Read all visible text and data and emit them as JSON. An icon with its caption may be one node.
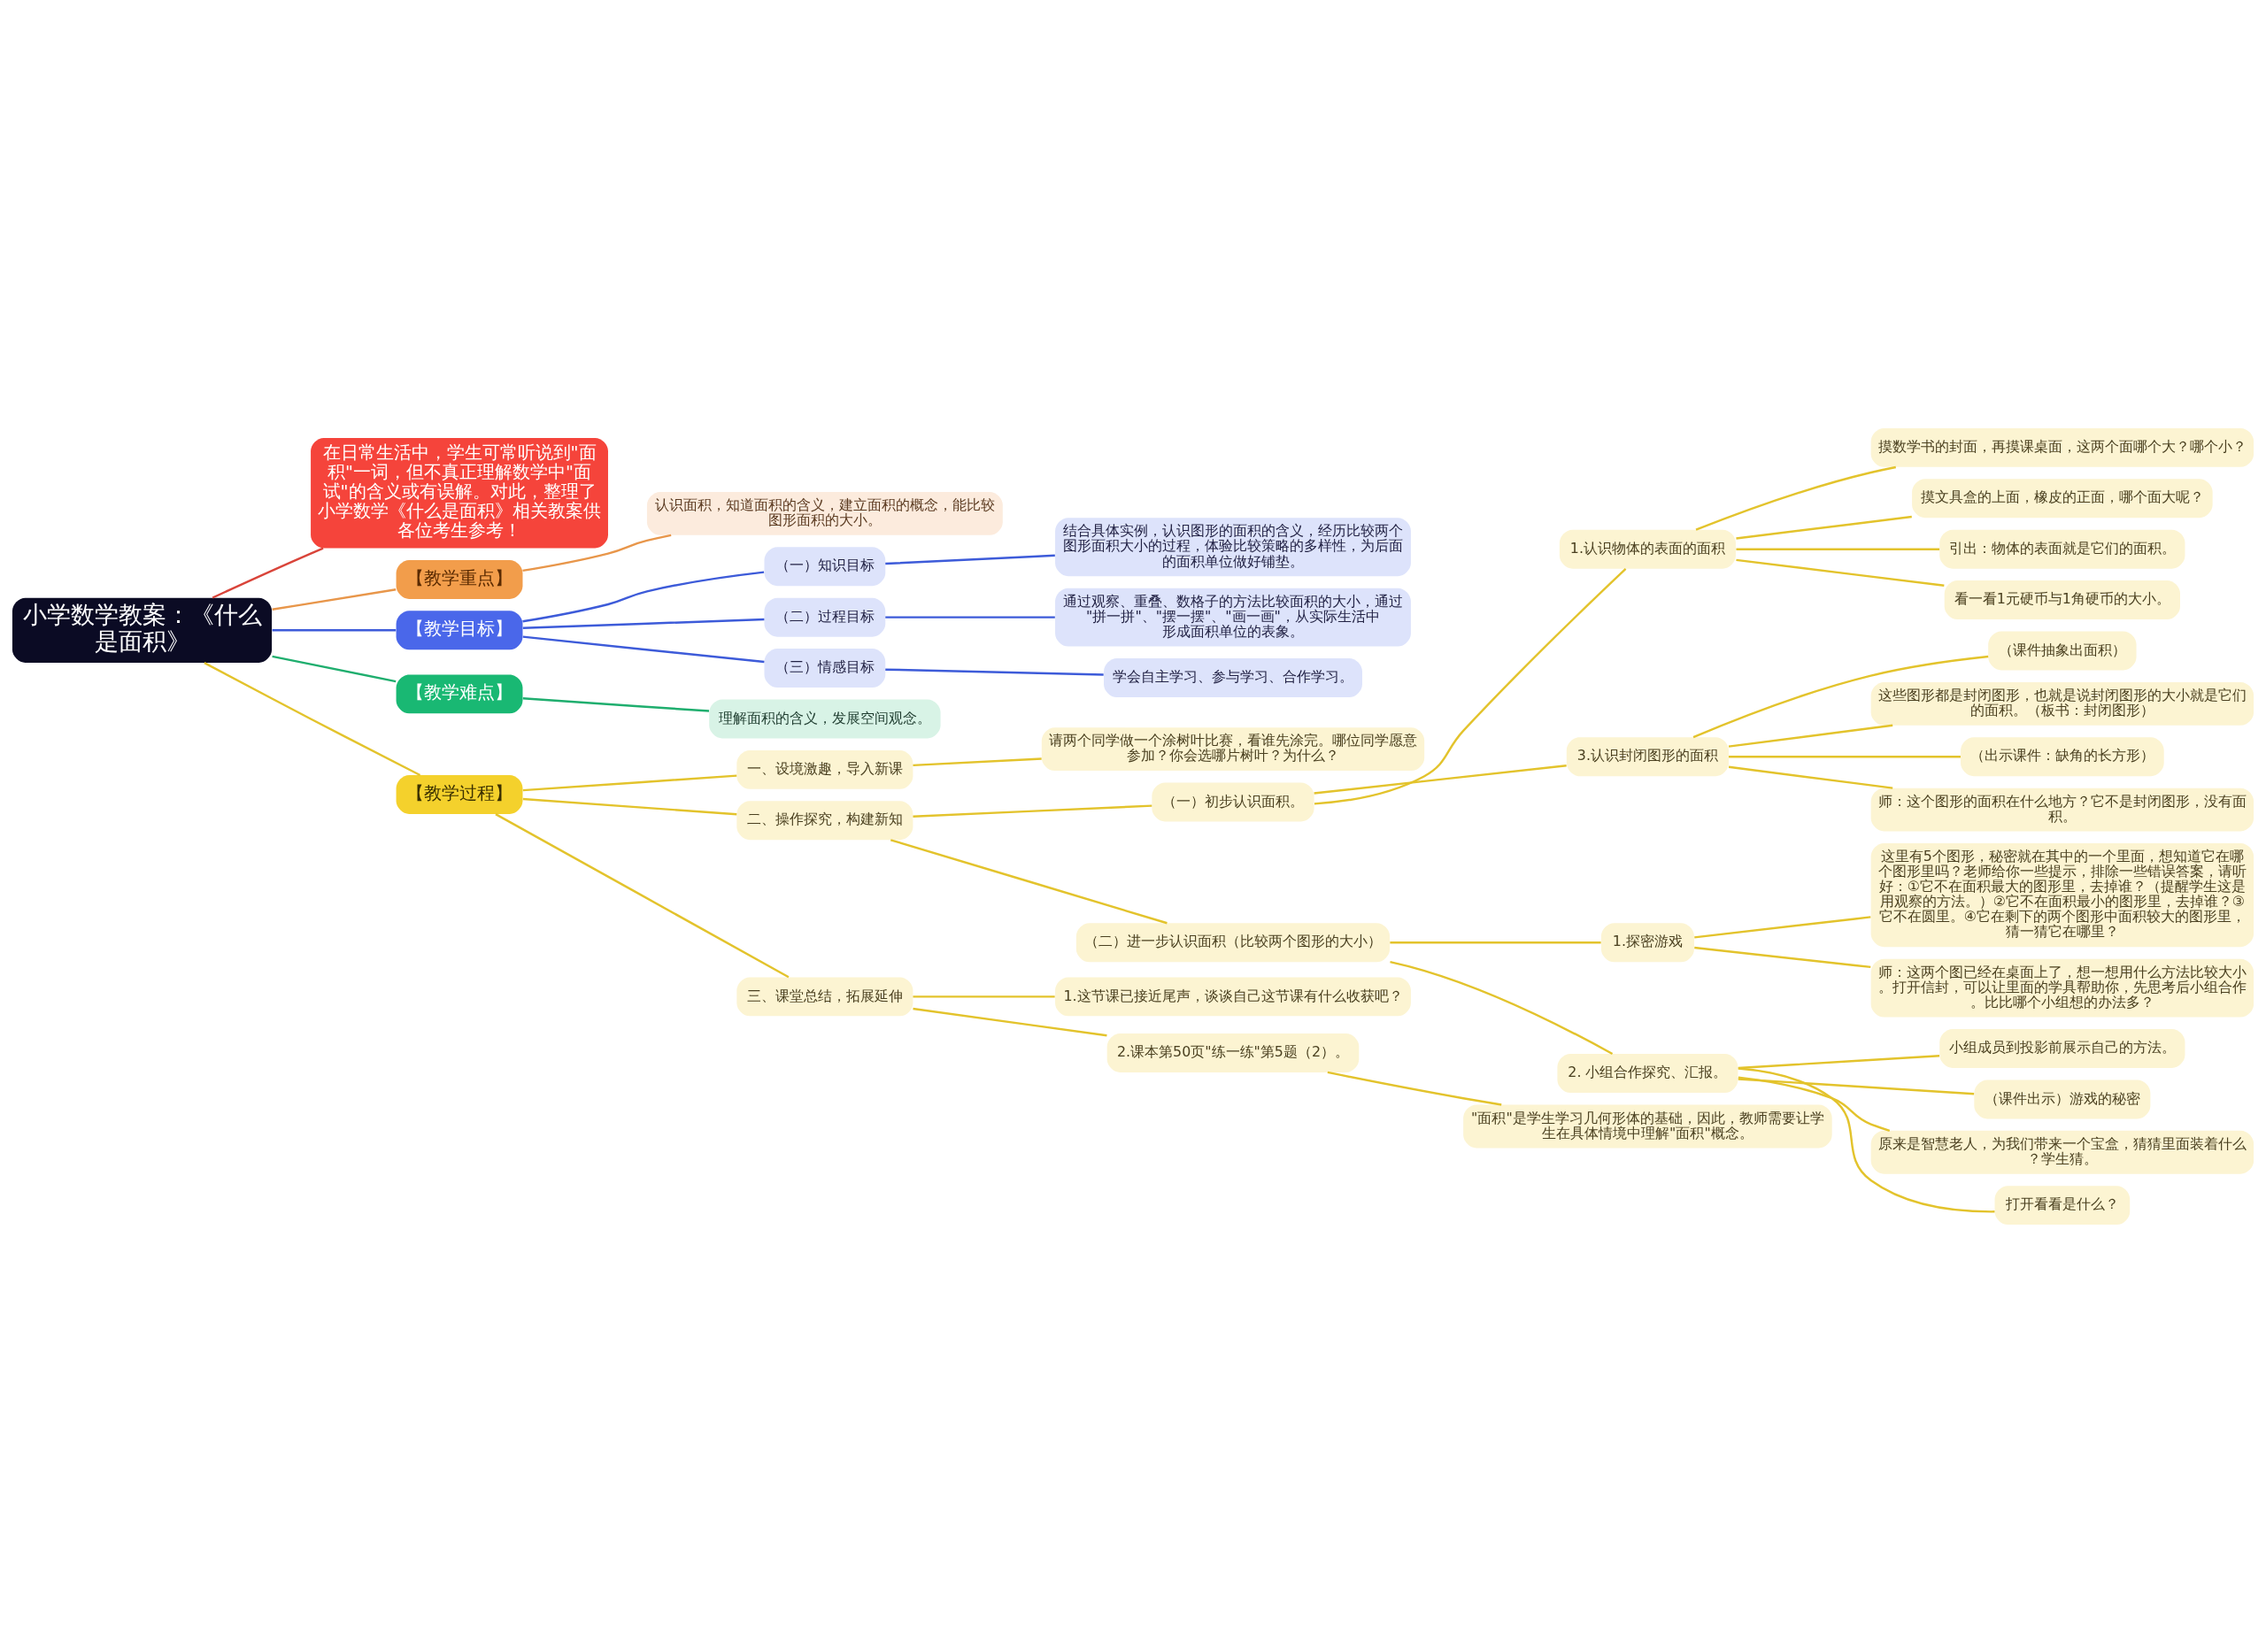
{
  "diagram": {
    "nodes": [
      {
        "text": [
          "小学数学教案：《什么是面积》"
        ]
      },
      {
        "text": [
          "在日常生活中，学生可常听说到\"面积\"一词，但不真正理解数学中\"面试\"的含义或有误解。对此，整理了小学数学《什么是面积》相关教案供各位考生参考！"
        ]
      },
      {
        "text": [
          "【教学重点】"
        ]
      },
      {
        "text": [
          "认识面积，知道面积的含义，建立面积的概念，能比较图形面积的大小。"
        ]
      },
      {
        "text": [
          "【教学目标】"
        ]
      },
      {
        "text": [
          "（一）知识目标"
        ]
      },
      {
        "text": [
          "结合具体实例，认识图形的面积的含义，经历比较两个图形面积大小的过程，体验比较策略的多样性，为后面的面积单位做好铺垫。"
        ]
      },
      {
        "text": [
          "（二）过程目标"
        ]
      },
      {
        "text": [
          "通过观察、重叠、数格子的方法比较面积的大小，通过\"拼一拼\"、\"摆一摆\"、\"画一画\"，从实际生活中形成面积单位的表象。"
        ]
      },
      {
        "text": [
          "（三）情感目标"
        ]
      },
      {
        "text": [
          "学会自主学习、参与学习、合作学习。"
        ]
      },
      {
        "text": [
          "【教学难点】"
        ]
      },
      {
        "text": [
          "理解面积的含义，发展空间观念。"
        ]
      },
      {
        "text": [
          "【教学过程】"
        ]
      },
      {
        "text": [
          "一、设境激趣，导入新课"
        ]
      },
      {
        "text": [
          "请两个同学做一个涂树叶比赛，看谁先涂完。哪位同学愿意参加？你会选哪片树叶？为什么？"
        ]
      },
      {
        "text": [
          "二、操作探究，构建新知"
        ]
      },
      {
        "text": [
          "（一）初步认识面积。"
        ]
      },
      {
        "text": [
          "1.认识物体的表面的面积"
        ]
      },
      {
        "text": [
          "摸数学书的封面，再摸课桌面，这两个面哪个大？哪个小？"
        ]
      },
      {
        "text": [
          "摸文具盒的上面，橡皮的正面，哪个面大呢？"
        ]
      },
      {
        "text": [
          "引出：物体的表面就是它们的面积。"
        ]
      },
      {
        "text": [
          "看一看1元硬币与1角硬币的大小。"
        ]
      },
      {
        "text": [
          "3.认识封闭图形的面积"
        ]
      },
      {
        "text": [
          "（课件抽象出面积）"
        ]
      },
      {
        "text": [
          "这些图形都是封闭图形，也就是说封闭图形的大小就是它们的面积。（板书：封闭图形）"
        ]
      },
      {
        "text": [
          "（出示课件：缺角的长方形）"
        ]
      },
      {
        "text": [
          "师：这个图形的面积在什么地方？它不是封闭图形，没有面积。"
        ]
      },
      {
        "text": [
          "（二）进一步认识面积（比较两个图形的大小）"
        ]
      },
      {
        "text": [
          "1.探密游戏"
        ]
      },
      {
        "text": [
          "这里有5个图形，秘密就在其中的一个里面，想知道它在哪个图形里吗？老师给你一些提示，排除一些错误答案，请听好：①它不在面积最大的图形里，去掉谁？（提醒学生这是用观察的方法。）②它不在面积最小的图形里，去掉谁？③它不在圆里。④它在剩下的两个图形中面积较大的图形里，猜一猜它在哪里？"
        ]
      },
      {
        "text": [
          "师：这两个图已经在桌面上了，想一想用什么方法比较大小。打开信封，可以让里面的学具帮助你，先思考后小组合作。比比哪个小组想的办法多？"
        ]
      },
      {
        "text": [
          "2. 小组合作探究、汇报。"
        ]
      },
      {
        "text": [
          "小组成员到投影前展示自己的方法。"
        ]
      },
      {
        "text": [
          "（课件出示）游戏的秘密"
        ]
      },
      {
        "text": [
          "原来是智慧老人，为我们带来一个宝盒，猜猜里面装着什么？学生猜。"
        ]
      },
      {
        "text": [
          "打开看看是什么？"
        ]
      },
      {
        "text": [
          "三、课堂总结，拓展延伸"
        ]
      },
      {
        "text": [
          "1.这节课已接近尾声，谈谈自己这节课有什么收获吧？"
        ]
      },
      {
        "text": [
          "2.课本第50页\"练一练\"第5题（2）。"
        ]
      },
      {
        "text": [
          "\"面积\"是学生学习几何形体的基础，因此，教师需要让学生在具体情境中理解\"面积\"概念。"
        ]
      }
    ],
    "edges": [
      {
        "from": 0,
        "to": 1,
        "arrow": "none",
        "color": "#d9443a"
      },
      {
        "from": 0,
        "to": 2,
        "arrow": "none",
        "color": "#e8964a"
      },
      {
        "from": 2,
        "to": 3,
        "arrow": "none",
        "color": "#e8964a"
      },
      {
        "from": 0,
        "to": 4,
        "arrow": "none",
        "color": "#3d5bd9"
      },
      {
        "from": 4,
        "to": 5,
        "arrow": "none",
        "color": "#3d5bd9"
      },
      {
        "from": 5,
        "to": 6,
        "arrow": "none",
        "color": "#3d5bd9"
      },
      {
        "from": 4,
        "to": 7,
        "arrow": "none",
        "color": "#3d5bd9"
      },
      {
        "from": 7,
        "to": 8,
        "arrow": "none",
        "color": "#3d5bd9"
      },
      {
        "from": 4,
        "to": 9,
        "arrow": "none",
        "color": "#3d5bd9"
      },
      {
        "from": 9,
        "to": 10,
        "arrow": "none",
        "color": "#3d5bd9"
      },
      {
        "from": 0,
        "to": 11,
        "arrow": "none",
        "color": "#1fae6e"
      },
      {
        "from": 11,
        "to": 12,
        "arrow": "none",
        "color": "#1fae6e"
      },
      {
        "from": 0,
        "to": 13,
        "arrow": "none"
      },
      {
        "from": 13,
        "to": 14,
        "arrow": "none"
      },
      {
        "from": 14,
        "to": 15,
        "arrow": "none"
      },
      {
        "from": 13,
        "to": 16,
        "arrow": "none"
      },
      {
        "from": 16,
        "to": 17,
        "arrow": "none"
      },
      {
        "from": 17,
        "to": 18,
        "arrow": "none"
      },
      {
        "from": 18,
        "to": 19,
        "arrow": "none"
      },
      {
        "from": 18,
        "to": 20,
        "arrow": "none"
      },
      {
        "from": 18,
        "to": 21,
        "arrow": "none"
      },
      {
        "from": 18,
        "to": 22,
        "arrow": "none"
      },
      {
        "from": 17,
        "to": 23,
        "arrow": "none"
      },
      {
        "from": 23,
        "to": 24,
        "arrow": "none"
      },
      {
        "from": 23,
        "to": 25,
        "arrow": "none"
      },
      {
        "from": 23,
        "to": 26,
        "arrow": "none"
      },
      {
        "from": 23,
        "to": 27,
        "arrow": "none"
      },
      {
        "from": 16,
        "to": 28,
        "arrow": "none"
      },
      {
        "from": 28,
        "to": 29,
        "arrow": "none"
      },
      {
        "from": 29,
        "to": 30,
        "arrow": "none"
      },
      {
        "from": 29,
        "to": 31,
        "arrow": "none"
      },
      {
        "from": 28,
        "to": 32,
        "arrow": "none"
      },
      {
        "from": 32,
        "to": 33,
        "arrow": "none"
      },
      {
        "from": 32,
        "to": 34,
        "arrow": "none"
      },
      {
        "from": 32,
        "to": 35,
        "arrow": "none"
      },
      {
        "from": 32,
        "to": 36,
        "arrow": "none"
      },
      {
        "from": 13,
        "to": 37,
        "arrow": "none"
      },
      {
        "from": 37,
        "to": 38,
        "arrow": "none"
      },
      {
        "from": 37,
        "to": 39,
        "arrow": "none"
      },
      {
        "from": 39,
        "to": 40,
        "arrow": "none"
      }
    ]
  }
}
